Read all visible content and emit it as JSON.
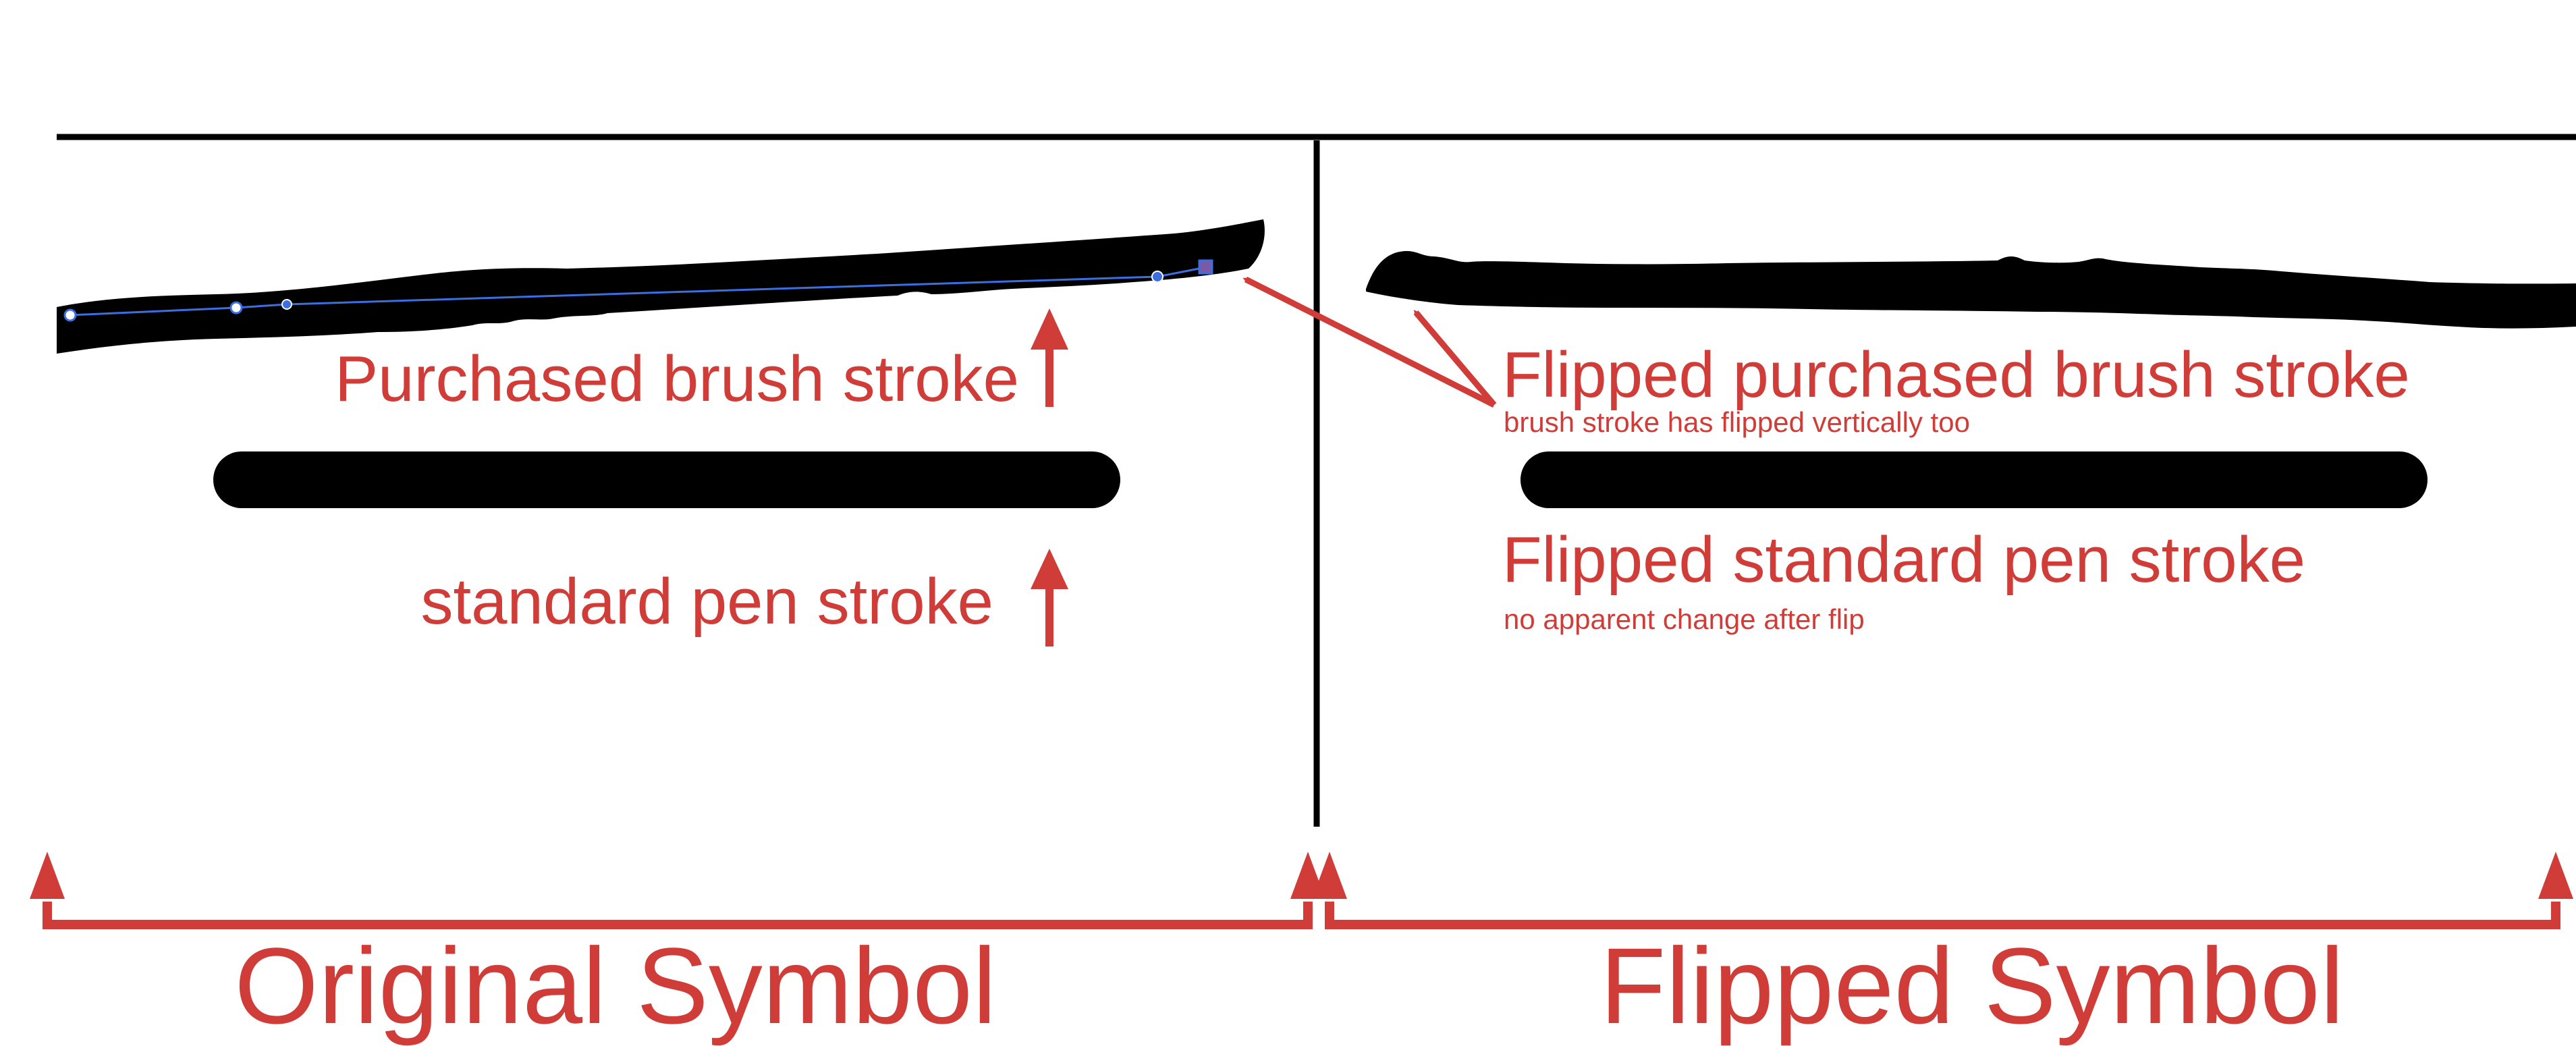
{
  "colors": {
    "annotation": "#d03c37",
    "ink": "#000000",
    "path_guide": "#3b6ee0",
    "background": "#ffffff"
  },
  "original": {
    "brush_label": "Purchased brush stroke",
    "pen_label": "standard pen stroke",
    "section_label": "Original Symbol"
  },
  "flipped": {
    "brush_label": "Flipped purchased brush stroke",
    "brush_note": "brush stroke has flipped vertically too",
    "pen_label": "Flipped standard pen stroke",
    "pen_note": "no apparent change after flip",
    "section_label": "Flipped Symbol"
  }
}
